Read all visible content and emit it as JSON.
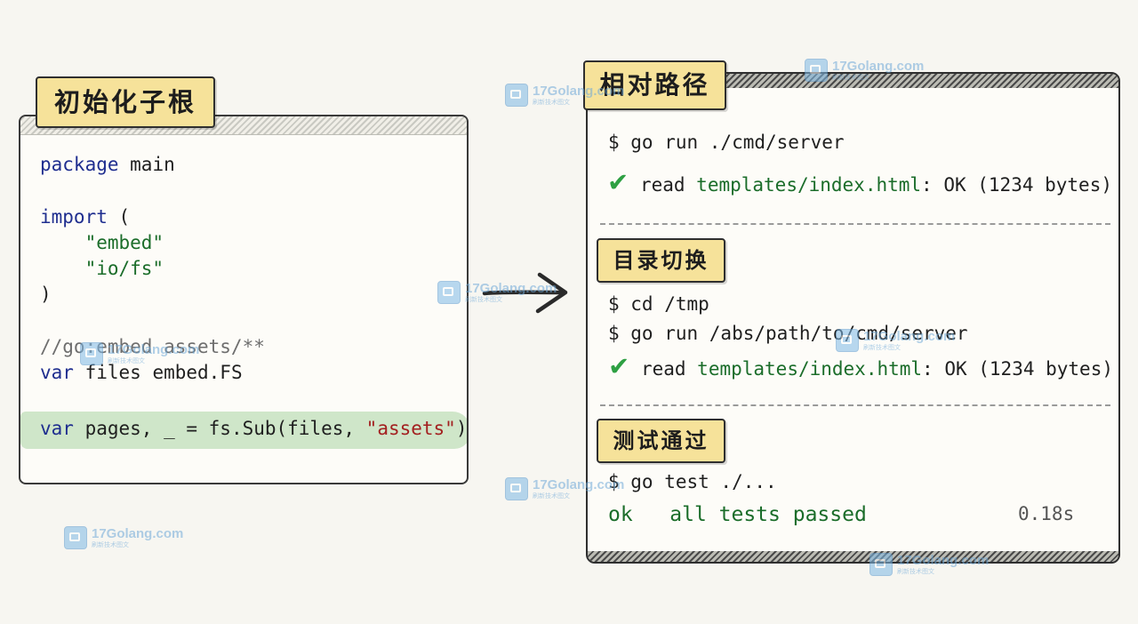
{
  "left_panel": {
    "tag": "初始化子根",
    "code": {
      "l1_kw": "package",
      "l1_rest": " main",
      "l3_kw": "import",
      "l3_rest": " (",
      "l4": "\"embed\"",
      "l5": "\"io/fs\"",
      "l6": ")",
      "l8": "//go:embed assets/**",
      "l9_kw": "var",
      "l9_rest": " files embed.FS",
      "l11_kw": "var",
      "l11_mid": " pages, _ = fs.Sub(files, ",
      "l11_str": "\"assets\"",
      "l11_end": ")"
    }
  },
  "right_panel": {
    "section1": {
      "tag": "相对路径",
      "cmd": "$ go run ./cmd/server",
      "out_pre": " read ",
      "out_path": "templates/index.html",
      "out_post": ": OK (1234 bytes)"
    },
    "section2": {
      "tag": "目录切换",
      "cmd1": "$ cd /tmp",
      "cmd2": "$ go run /abs/path/to/cmd/server",
      "out_pre": " read ",
      "out_path": "templates/index.html",
      "out_post": ": OK (1234 bytes)"
    },
    "section3": {
      "tag": "测试通过",
      "cmd": "$ go test ./...",
      "ok": "ok",
      "summary": "all tests passed",
      "time": "0.18s"
    }
  },
  "check_glyph": "✔",
  "watermark": {
    "text": "17Golang.com",
    "sub": "刷新技术图文"
  },
  "colors": {
    "tag_bg": "#f6e29a",
    "highlight": "#cfe6c9",
    "string": "#1b6d2a",
    "keyword": "#1f2e8f",
    "check": "#2ea043"
  }
}
